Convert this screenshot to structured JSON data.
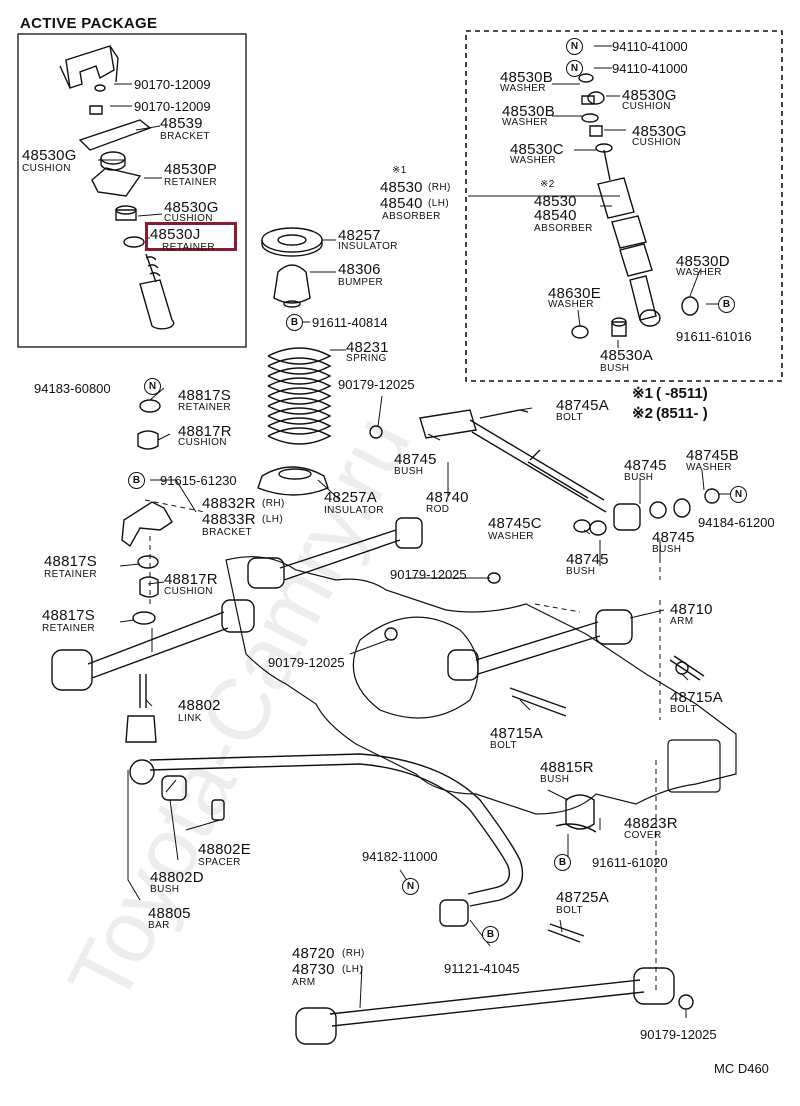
{
  "diagram": {
    "active_package_title": "ACTIVE PACKAGE",
    "model_code": "MC D460",
    "watermark": "Toyota-Camry.ru",
    "highlight_color": "#8b1a30",
    "legend": {
      "row1_mark": "※1",
      "row1_range": "(      -8511)",
      "row2_mark": "※2",
      "row2_range": "(8511-      )"
    },
    "icons": {
      "n_mark": "N",
      "b_mark": "B"
    },
    "parts": {
      "p90170_1": {
        "number": "90170-12009"
      },
      "p90170_2": {
        "number": "90170-12009"
      },
      "p48539": {
        "number": "48539",
        "name": "BRACKET"
      },
      "p48530g_a": {
        "number": "48530G",
        "name": "CUSHION"
      },
      "p48530p": {
        "number": "48530P",
        "name": "RETAINER"
      },
      "p48530g_b": {
        "number": "48530G",
        "name": "CUSHION"
      },
      "p48530j": {
        "number": "48530J",
        "name": "RETAINER"
      },
      "p48257": {
        "number": "48257",
        "name": "INSULATOR"
      },
      "p48306": {
        "number": "48306",
        "name": "BUMPER"
      },
      "p91611_40814": {
        "number": "91611-40814"
      },
      "p48231": {
        "number": "48231",
        "name": "SPRING"
      },
      "p94110_1": {
        "number": "94110-41000"
      },
      "p94110_2": {
        "number": "94110-41000"
      },
      "p48530b_1": {
        "number": "48530B",
        "name": "WASHER"
      },
      "p48530g_c": {
        "number": "48530G",
        "name": "CUSHION"
      },
      "p48530b_2": {
        "number": "48530B",
        "name": "WASHER"
      },
      "p48530g_d": {
        "number": "48530G",
        "name": "CUSHION"
      },
      "p48530c": {
        "number": "48530C",
        "name": "WASHER"
      },
      "p48530_rh": {
        "mark": "※1",
        "number1": "48530",
        "side1": "(RH)",
        "number2": "48540",
        "side2": "(LH)",
        "name": "ABSORBER"
      },
      "p48530_star2": {
        "mark": "※2",
        "number1": "48530",
        "number2": "48540",
        "name": "ABSORBER"
      },
      "p48530d": {
        "number": "48530D",
        "name": "WASHER"
      },
      "p48630e": {
        "number": "48630E",
        "name": "WASHER"
      },
      "p91611_61016": {
        "number": "91611-61016"
      },
      "p48530a": {
        "number": "48530A",
        "name": "BUSH"
      },
      "p94183": {
        "number": "94183-60800"
      },
      "p48817s_a": {
        "number": "48817S",
        "name": "RETAINER"
      },
      "p48817r_a": {
        "number": "48817R",
        "name": "CUSHION"
      },
      "p90179_a": {
        "number": "90179-12025"
      },
      "p91615": {
        "number": "91615-61230"
      },
      "p48257a": {
        "number": "48257A",
        "name": "INSULATOR"
      },
      "p48832r": {
        "number1": "48832R",
        "side1": "(RH)",
        "number2": "48833R",
        "side2": "(LH)",
        "name": "BRACKET"
      },
      "p48745a_bolt": {
        "number": "48745A",
        "name": "BOLT"
      },
      "p48745_bush1": {
        "number": "48745",
        "name": "BUSH"
      },
      "p48740": {
        "number": "48740",
        "name": "ROD"
      },
      "p48745_bush2": {
        "number": "48745",
        "name": "BUSH"
      },
      "p48745b": {
        "number": "48745B",
        "name": "WASHER"
      },
      "p94184": {
        "number": "94184-61200"
      },
      "p48745c": {
        "number": "48745C",
        "name": "WASHER"
      },
      "p48745_bush3": {
        "number": "48745",
        "name": "BUSH"
      },
      "p48745_bush4": {
        "number": "48745",
        "name": "BUSH"
      },
      "p48817s_b": {
        "number": "48817S",
        "name": "RETAINER"
      },
      "p48817r_b": {
        "number": "48817R",
        "name": "CUSHION"
      },
      "p90179_b": {
        "number": "90179-12025"
      },
      "p48817s_c": {
        "number": "48817S",
        "name": "RETAINER"
      },
      "p48710": {
        "number": "48710",
        "name": "ARM"
      },
      "p90179_c": {
        "number": "90179-12025"
      },
      "p48715a_1": {
        "number": "48715A",
        "name": "BOLT"
      },
      "p48802": {
        "number": "48802",
        "name": "LINK"
      },
      "p48715a_2": {
        "number": "48715A",
        "name": "BOLT"
      },
      "p48815r": {
        "number": "48815R",
        "name": "BUSH"
      },
      "p48823r": {
        "number": "48823R",
        "name": "COVER"
      },
      "p48802e": {
        "number": "48802E",
        "name": "SPACER"
      },
      "p48802d": {
        "number": "48802D",
        "name": "BUSH"
      },
      "p94182": {
        "number": "94182-11000"
      },
      "p91611_61020": {
        "number": "91611-61020"
      },
      "p48805": {
        "number": "48805",
        "name": "BAR"
      },
      "p48725a": {
        "number": "48725A",
        "name": "BOLT"
      },
      "p91121": {
        "number": "91121-41045"
      },
      "p48720": {
        "number1": "48720",
        "side1": "(RH)",
        "number2": "48730",
        "side2": "(LH)",
        "name": "ARM"
      },
      "p90179_d": {
        "number": "90179-12025"
      }
    }
  }
}
